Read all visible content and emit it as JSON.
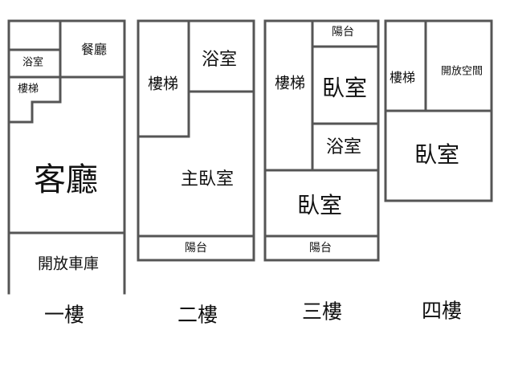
{
  "floors": [
    {
      "title": "一樓",
      "rooms": {
        "dining": "餐廳",
        "bath": "浴室",
        "stairs": "樓梯",
        "living": "客廳",
        "garage": "開放車庫"
      }
    },
    {
      "title": "二樓",
      "rooms": {
        "stairs": "樓梯",
        "bath": "浴室",
        "master_bedroom": "主臥室",
        "balcony": "陽台"
      }
    },
    {
      "title": "三樓",
      "rooms": {
        "balcony_top": "陽台",
        "stairs": "樓梯",
        "bedroom_a": "臥室",
        "bath": "浴室",
        "bedroom_b": "臥室",
        "balcony_bottom": "陽台"
      }
    },
    {
      "title": "四樓",
      "rooms": {
        "stairs": "樓梯",
        "open_space": "開放空間",
        "bedroom": "臥室"
      }
    }
  ],
  "colors": {
    "wall": "#555555",
    "background": "#ffffff",
    "text": "#111111"
  }
}
